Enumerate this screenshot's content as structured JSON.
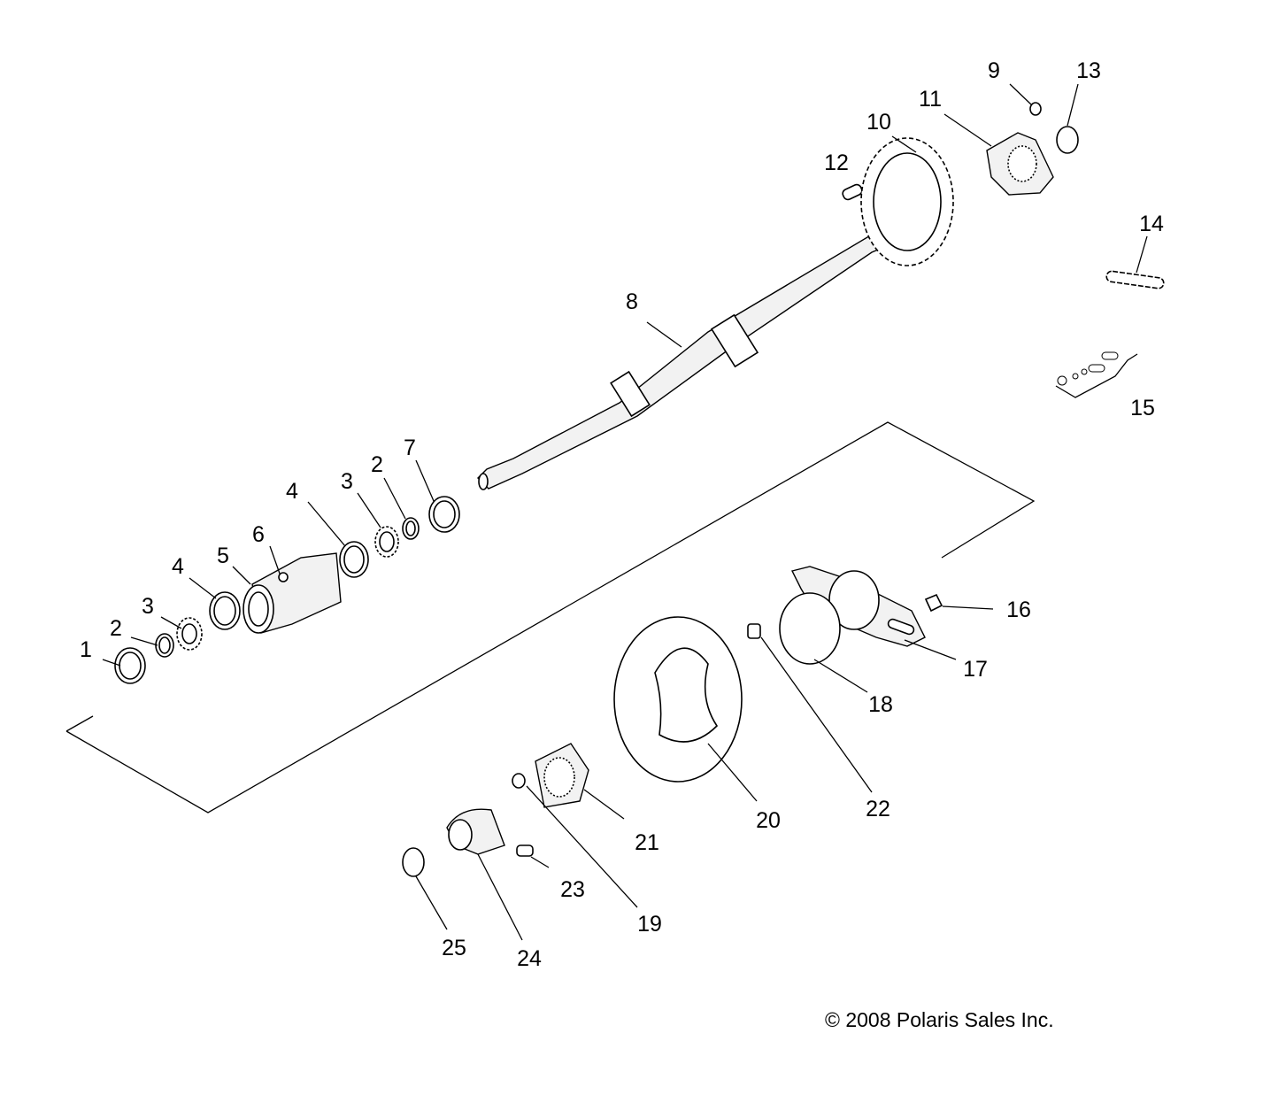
{
  "diagram": {
    "callouts": {
      "c1": "1",
      "c2a": "2",
      "c3a": "3",
      "c4a": "4",
      "c5": "5",
      "c6": "6",
      "c4b": "4",
      "c3b": "3",
      "c2b": "2",
      "c7": "7",
      "c8": "8",
      "c9": "9",
      "c10": "10",
      "c11": "11",
      "c12": "12",
      "c13": "13",
      "c14": "14",
      "c15": "15",
      "c16": "16",
      "c17": "17",
      "c18": "18",
      "c19": "19",
      "c20": "20",
      "c21": "21",
      "c22": "22",
      "c23": "23",
      "c24": "24",
      "c25": "25"
    },
    "copyright": "© 2008 Polaris Sales Inc."
  }
}
